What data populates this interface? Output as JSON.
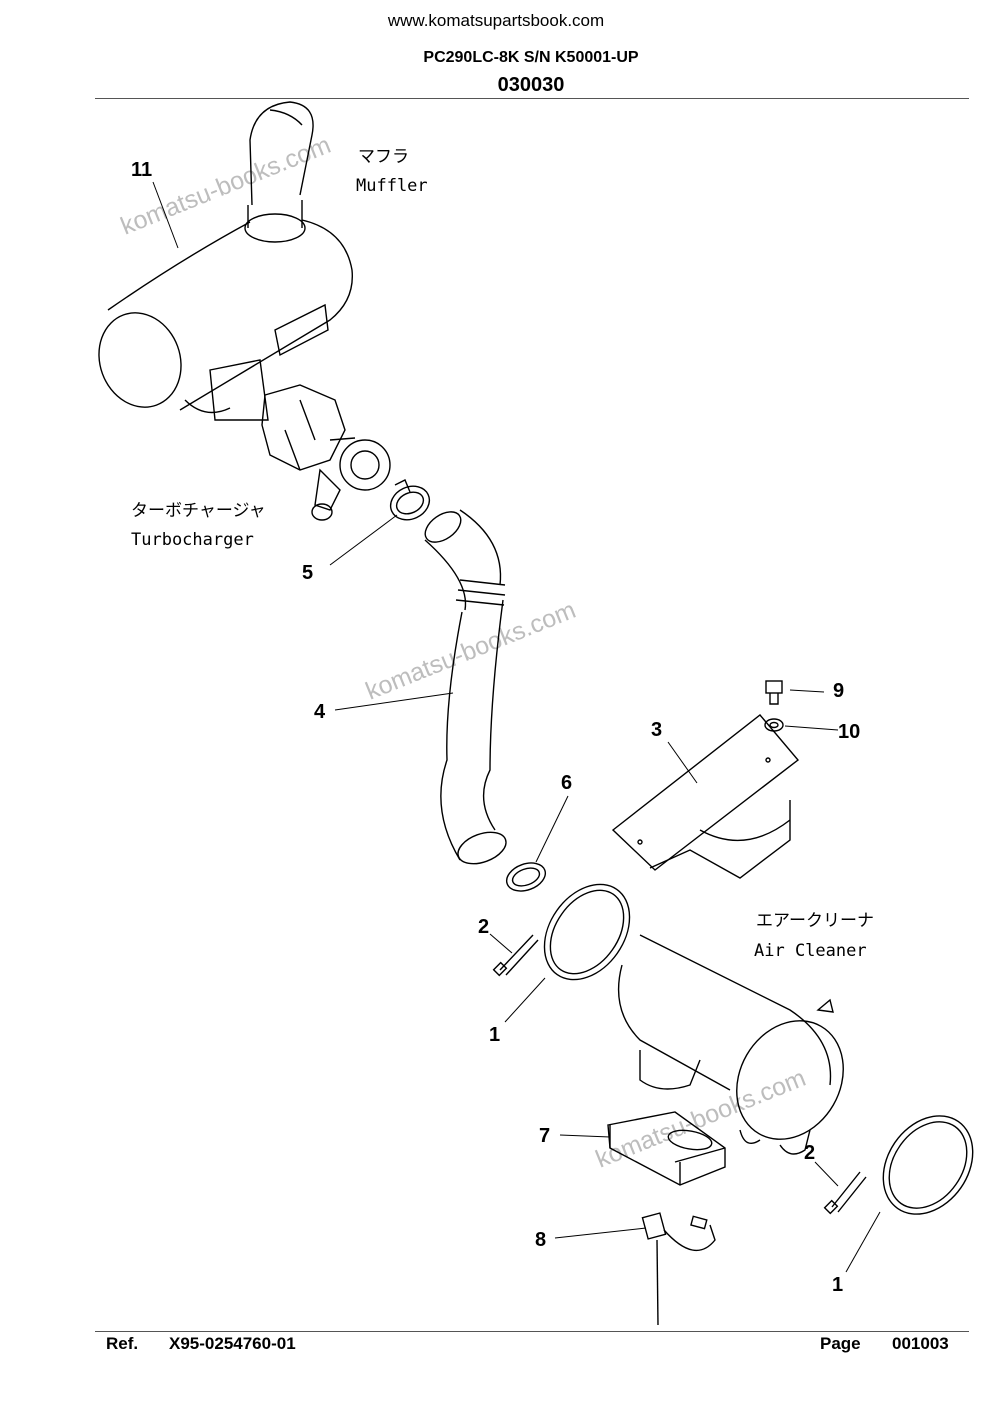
{
  "header": {
    "site": "www.komatsupartsbook.com",
    "model": "PC290LC-8K S/N K50001-UP",
    "code": "030030"
  },
  "labels": {
    "muffler_jp": "マフラ",
    "muffler_en": "Muffler",
    "turbo_jp": "ターボチャージャ",
    "turbo_en": "Turbocharger",
    "aircleaner_jp": "エアークリーナ",
    "aircleaner_en": "Air Cleaner"
  },
  "callouts": {
    "c11": "11",
    "c5": "5",
    "c4": "4",
    "c9": "9",
    "c10": "10",
    "c3": "3",
    "c6": "6",
    "c2a": "2",
    "c1a": "1",
    "c7": "7",
    "c2b": "2",
    "c8": "8",
    "c1b": "1"
  },
  "watermark": "komatsu-books.com",
  "footer": {
    "ref_label": "Ref.",
    "ref_value": "X95-0254760-01",
    "page_label": "Page",
    "page_value": "001003"
  }
}
